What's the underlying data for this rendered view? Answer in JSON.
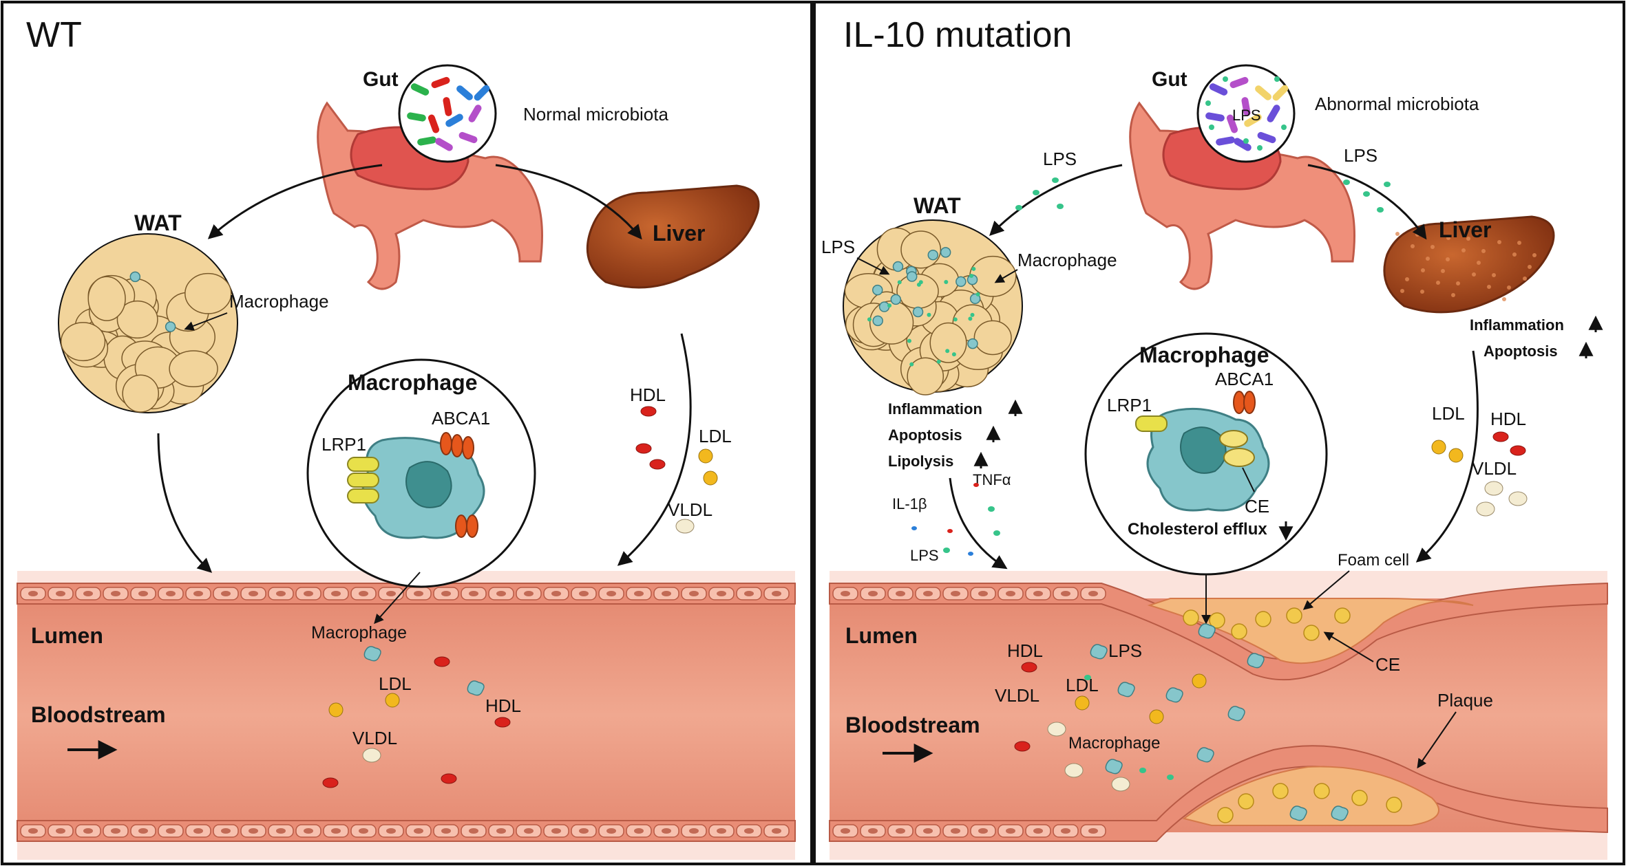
{
  "panels": {
    "left": {
      "title": "WT",
      "gut_label": "Gut",
      "microbiota_label": "Normal microbiota",
      "wat_label": "WAT",
      "liver_label": "Liver",
      "wat_macrophage_label": "Macrophage",
      "inset_title": "Macrophage",
      "lrp1": "LRP1",
      "abca1": "ABCA1",
      "hdl_top": "HDL",
      "ldl_top": "LDL",
      "vldl_top": "VLDL",
      "lumen": "Lumen",
      "bloodstream": "Bloodstream",
      "vessel_macrophage": "Macrophage",
      "ldl_vessel": "LDL",
      "hdl_vessel": "HDL",
      "vldl_vessel": "VLDL"
    },
    "right": {
      "title": "IL-10 mutation",
      "gut_label": "Gut",
      "gut_lps": "LPS",
      "microbiota_label": "Abnormal microbiota",
      "lps_left": "LPS",
      "lps_right": "LPS",
      "wat_label": "WAT",
      "wat_lps": "LPS",
      "wat_macrophage_label": "Macrophage",
      "liver_label": "Liver",
      "liver_inflammation": "Inflammation",
      "liver_apoptosis": "Apoptosis",
      "wat_inflammation": "Inflammation",
      "wat_apoptosis": "Apoptosis",
      "wat_lipolysis": "Lipolysis",
      "tnfa": "TNFα",
      "il1b": "IL-1β",
      "lps_bottom": "LPS",
      "inset_title": "Macrophage",
      "lrp1": "LRP1",
      "abca1": "ABCA1",
      "ce_inset": "CE",
      "cholesterol_efflux": "Cholesterol efflux",
      "ldl_top": "LDL",
      "hdl_top": "HDL",
      "vldl_top": "VLDL",
      "foam_cell": "Foam cell",
      "ce_vessel": "CE",
      "lumen": "Lumen",
      "bloodstream": "Bloodstream",
      "hdl_vessel": "HDL",
      "lps_vessel": "LPS",
      "vldl_vessel": "VLDL",
      "ldl_vessel": "LDL",
      "macrophage_vessel": "Macrophage",
      "plaque": "Plaque"
    }
  },
  "colors": {
    "hdl": "#d9221c",
    "ldl": "#f2b81e",
    "vldl": "#f4ecd2",
    "lps": "#36c48a",
    "macrophage": "#86c6cb",
    "adipocyte": "#f2d49b",
    "liver": "#a9481d",
    "vessel": "#e9826f",
    "plaque": "#f3b77d"
  }
}
